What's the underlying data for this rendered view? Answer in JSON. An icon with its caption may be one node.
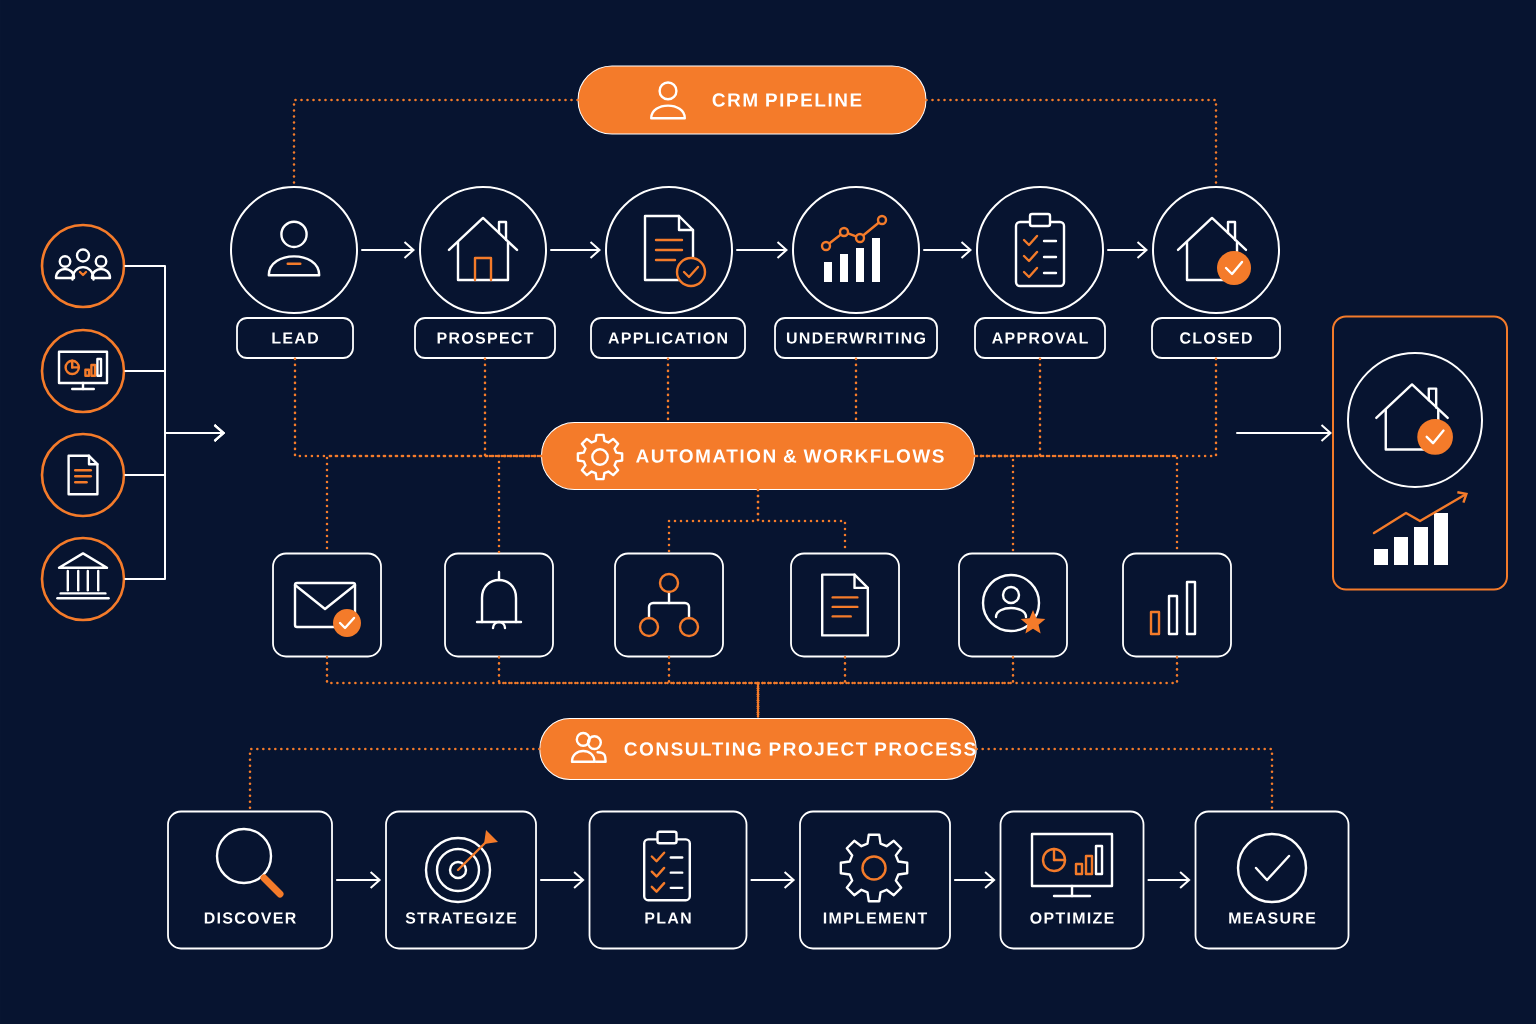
{
  "diagram": {
    "nodes": [
      {
        "text": [
          "CRM PIPELINE"
        ]
      },
      {
        "text": [],
        "shape": "circle"
      },
      {
        "text": [],
        "shape": "circle"
      },
      {
        "text": [],
        "shape": "circle"
      },
      {
        "text": [],
        "shape": "circle"
      },
      {
        "text": [],
        "shape": "circle"
      },
      {
        "text": [],
        "shape": "circle"
      },
      {
        "text": [
          "LEAD"
        ]
      },
      {
        "text": [
          "PROSPECT"
        ]
      },
      {
        "text": [
          "APPLICATION"
        ]
      },
      {
        "text": [
          "UNDERWRITING"
        ]
      },
      {
        "text": [
          "APPROVAL"
        ]
      },
      {
        "text": [
          "CLOSED"
        ]
      },
      {
        "text": [
          "AUTOMATION & WORKFLOWS"
        ]
      },
      {
        "text": [],
        "shape": "box"
      },
      {
        "text": [],
        "shape": "box"
      },
      {
        "text": [],
        "shape": "box"
      },
      {
        "text": [],
        "shape": "box"
      },
      {
        "text": [],
        "shape": "box"
      },
      {
        "text": [],
        "shape": "box"
      },
      {
        "text": [
          "CONSULTING PROJECT PROCESS"
        ]
      },
      {
        "text": [
          "DISCOVER"
        ]
      },
      {
        "text": [
          "STRATEGIZE"
        ]
      },
      {
        "text": [
          "PLAN"
        ]
      },
      {
        "text": [
          "IMPLEMENT"
        ]
      },
      {
        "text": [
          "OPTIMIZE"
        ]
      },
      {
        "text": [
          "MEASURE"
        ]
      },
      {
        "text": [],
        "shape": "circle"
      },
      {
        "text": [],
        "shape": "circle"
      },
      {
        "text": [],
        "shape": "circle"
      },
      {
        "text": [],
        "shape": "circle"
      },
      {
        "text": [],
        "shape": "box"
      },
      {
        "text": [],
        "shape": "circle",
        "in": 31
      }
    ],
    "edges": [
      {
        "from": 1,
        "to": 2,
        "arrow": "to",
        "color": "#ffffff"
      },
      {
        "from": 2,
        "to": 3,
        "arrow": "to",
        "color": "#ffffff"
      },
      {
        "from": 3,
        "to": 4,
        "arrow": "to",
        "color": "#ffffff"
      },
      {
        "from": 4,
        "to": 5,
        "arrow": "to",
        "color": "#ffffff"
      },
      {
        "from": 5,
        "to": 6,
        "arrow": "to",
        "color": "#ffffff"
      },
      {
        "from": 0,
        "to": 1,
        "arrow": "none",
        "style": "dashed"
      },
      {
        "from": 0,
        "to": 6,
        "arrow": "none",
        "style": "dashed"
      },
      {
        "from": 7,
        "to": 13,
        "arrow": "none",
        "style": "dashed"
      },
      {
        "from": 8,
        "to": 13,
        "arrow": "none",
        "style": "dashed"
      },
      {
        "from": 9,
        "to": 13,
        "arrow": "none",
        "style": "dashed"
      },
      {
        "from": 10,
        "to": 13,
        "arrow": "none",
        "style": "dashed"
      },
      {
        "from": 11,
        "to": 13,
        "arrow": "none",
        "style": "dashed"
      },
      {
        "from": 12,
        "to": 13,
        "arrow": "none",
        "style": "dashed"
      },
      {
        "from": 13,
        "to": 14,
        "arrow": "none",
        "style": "dashed"
      },
      {
        "from": 13,
        "to": 15,
        "arrow": "none",
        "style": "dashed"
      },
      {
        "from": 13,
        "to": 16,
        "arrow": "none",
        "style": "dashed"
      },
      {
        "from": 13,
        "to": 17,
        "arrow": "none",
        "style": "dashed"
      },
      {
        "from": 13,
        "to": 18,
        "arrow": "none",
        "style": "dashed"
      },
      {
        "from": 13,
        "to": 19,
        "arrow": "none",
        "style": "dashed"
      },
      {
        "from": 14,
        "to": 20,
        "arrow": "none",
        "style": "dashed"
      },
      {
        "from": 15,
        "to": 20,
        "arrow": "none",
        "style": "dashed"
      },
      {
        "from": 16,
        "to": 20,
        "arrow": "none",
        "style": "dashed"
      },
      {
        "from": 17,
        "to": 20,
        "arrow": "none",
        "style": "dashed"
      },
      {
        "from": 18,
        "to": 20,
        "arrow": "none",
        "style": "dashed"
      },
      {
        "from": 19,
        "to": 20,
        "arrow": "none",
        "style": "dashed"
      },
      {
        "from": 20,
        "to": 21,
        "arrow": "none",
        "style": "dashed"
      },
      {
        "from": 20,
        "to": 26,
        "arrow": "none",
        "style": "dashed"
      },
      {
        "from": 21,
        "to": 22,
        "arrow": "to",
        "color": "#ffffff"
      },
      {
        "from": 22,
        "to": 23,
        "arrow": "to",
        "color": "#ffffff"
      },
      {
        "from": 23,
        "to": 24,
        "arrow": "to",
        "color": "#ffffff"
      },
      {
        "from": 24,
        "to": 25,
        "arrow": "to",
        "color": "#ffffff"
      },
      {
        "from": 25,
        "to": 26,
        "arrow": "to",
        "color": "#ffffff"
      },
      {
        "from": 27,
        "to": null,
        "arrow": "to",
        "color": "#ffffff"
      },
      {
        "from": 28,
        "to": null,
        "arrow": "to",
        "color": "#ffffff"
      },
      {
        "from": 29,
        "to": null,
        "arrow": "to",
        "color": "#ffffff"
      },
      {
        "from": 30,
        "to": null,
        "arrow": "to",
        "color": "#ffffff"
      },
      {
        "from": null,
        "to": 31,
        "arrow": "to",
        "color": "#ffffff"
      }
    ]
  }
}
